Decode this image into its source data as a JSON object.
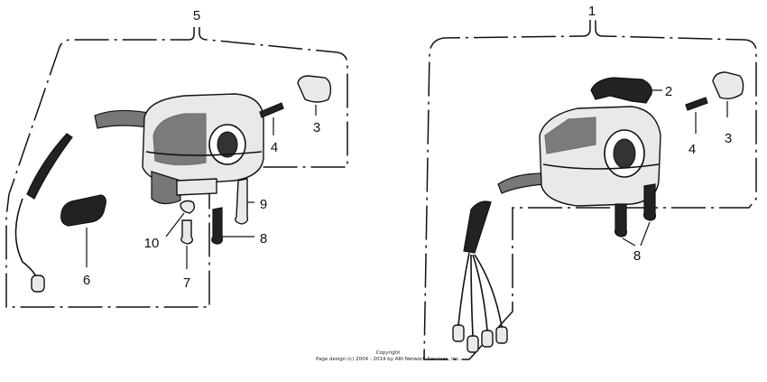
{
  "callouts": {
    "c1": "1",
    "c2": "2",
    "c3_right": "3",
    "c4_right": "4",
    "c8_right": "8",
    "c5": "5",
    "c3_left": "3",
    "c4_left": "4",
    "c9": "9",
    "c8_left": "8",
    "c10": "10",
    "c7": "7",
    "c6": "6"
  },
  "copyright": {
    "line1": "Copyright",
    "line2": "Page design (c) 2004 - 2014 by ARI Network Services, Inc."
  }
}
